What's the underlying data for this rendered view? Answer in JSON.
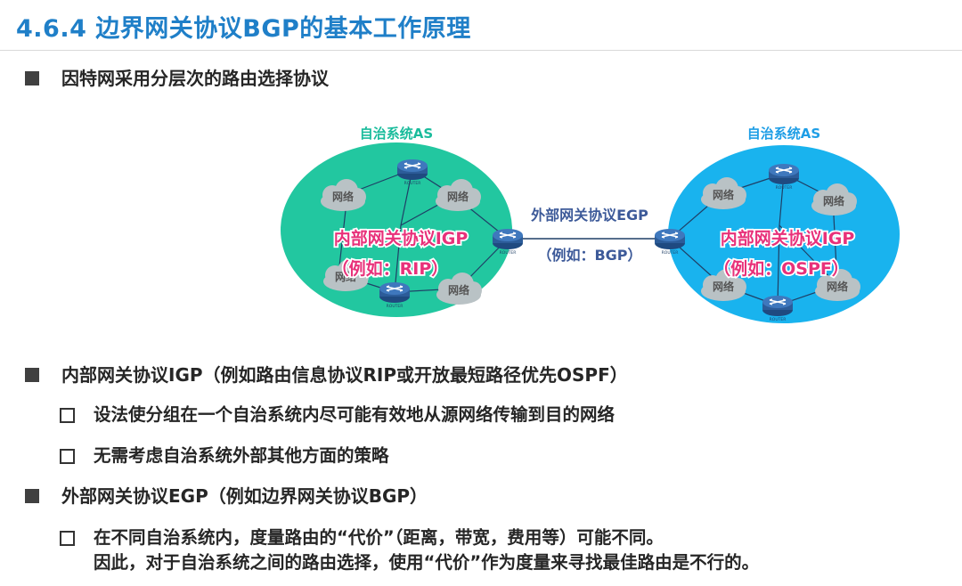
{
  "title": "4.6.4 边界网关协议BGP的基本工作原理",
  "intro_bullet": "因特网采用分层次的路由选择协议",
  "diagram": {
    "left_as": {
      "label": "自治系统AS",
      "protocol_line1": "内部网关协议IGP",
      "protocol_line2": "（例如：RIP）",
      "clouds": [
        "网络",
        "网络",
        "网络",
        "网络"
      ],
      "routers": [
        "ROUTER",
        "ROUTER",
        "ROUTER"
      ]
    },
    "right_as": {
      "label": "自治系统AS",
      "protocol_line1": "内部网关协议IGP",
      "protocol_line2": "（例如：OSPF）",
      "clouds": [
        "网络",
        "网络",
        "网络",
        "网络"
      ],
      "routers": [
        "ROUTER",
        "ROUTER",
        "ROUTER"
      ]
    },
    "link_line1": "外部网关协议EGP",
    "link_line2": "（例如：BGP）",
    "colors": {
      "left_as_fill": "#22c7a0",
      "right_as_fill": "#19b3ee",
      "as_label_left": "#1abc9c",
      "as_label_right": "#1e9ee6",
      "protocol_text": "#e8317a",
      "link_text": "#3d5a99",
      "router": "#2c5c99"
    }
  },
  "bullets": [
    {
      "text": "内部网关协议IGP（例如路由信息协议RIP或开放最短路径优先OSPF）",
      "subs": [
        {
          "text": "设法使分组在一个自治系统内尽可能有效地从源网络传输到目的网络"
        },
        {
          "text": "无需考虑自治系统外部其他方面的策略"
        }
      ]
    },
    {
      "text": "外部网关协议EGP（例如边界网关协议BGP）",
      "subs": [
        {
          "line1": "在不同自治系统内，度量路由的“代价”（距离，带宽，费用等）可能不同。",
          "line2": "因此，对于自治系统之间的路由选择，使用“代价”作为度量来寻找最佳路由是不行的。"
        }
      ]
    }
  ]
}
